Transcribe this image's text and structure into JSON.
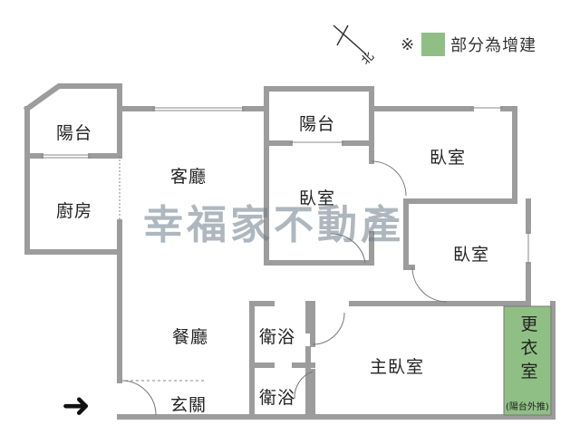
{
  "legend": {
    "mark": "※",
    "text": "部分為增建",
    "color": "#8fbf84"
  },
  "north_label": "北",
  "rooms": {
    "balcony_left": "陽台",
    "kitchen": "廚房",
    "living": "客廳",
    "balcony_center": "陽台",
    "bedroom_center": "臥室",
    "bedroom_top_right": "臥室",
    "bedroom_right": "臥室",
    "dining": "餐廳",
    "bath_1": "衛浴",
    "bath_2": "衛浴",
    "master": "主臥室",
    "entrance": "玄關",
    "closet": [
      "更",
      "衣",
      "室"
    ],
    "closet_note": "(陽台外推)"
  },
  "watermark": "幸福家不動產",
  "colors": {
    "wall": "#a8a8a8",
    "wall_edge": "#555555",
    "closet_fill": "#8fbf84"
  }
}
